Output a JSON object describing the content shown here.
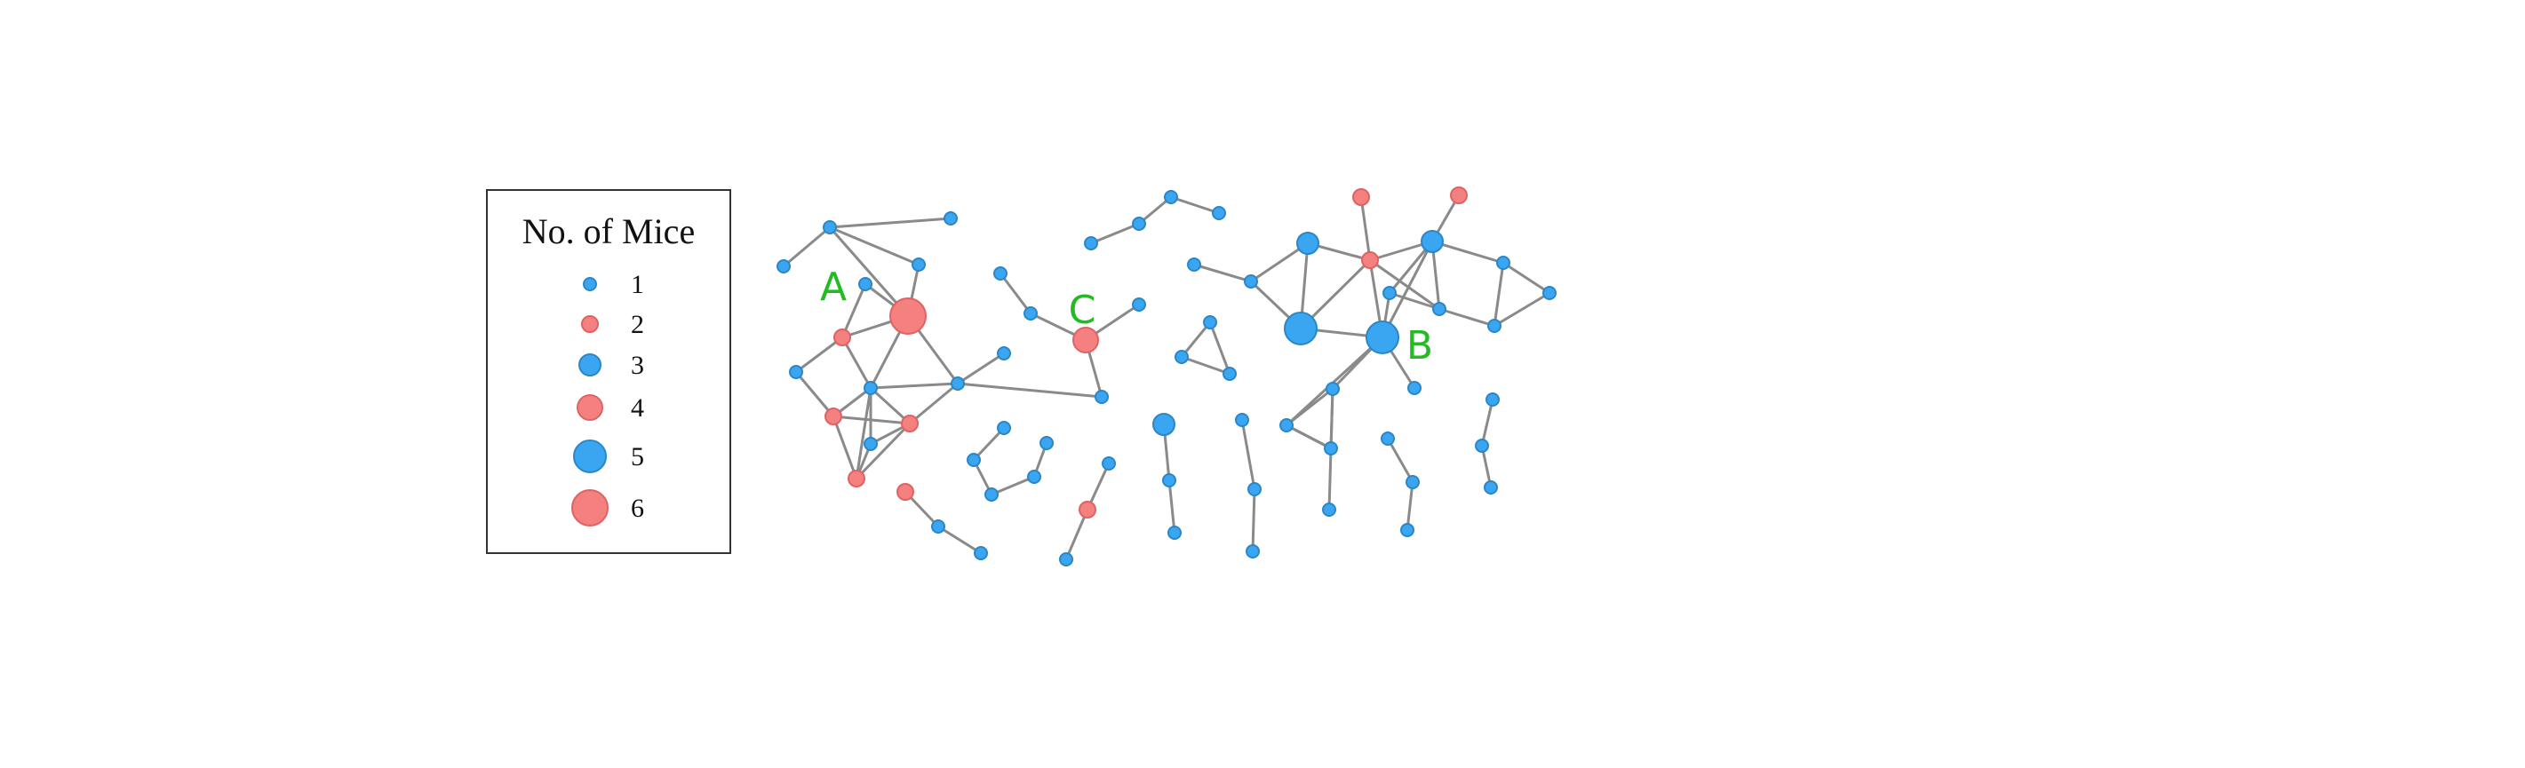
{
  "legend": {
    "title": "No. of Mice",
    "items": [
      {
        "label": "1",
        "count": 1,
        "color": "blue"
      },
      {
        "label": "2",
        "count": 2,
        "color": "red"
      },
      {
        "label": "3",
        "count": 3,
        "color": "blue"
      },
      {
        "label": "4",
        "count": 4,
        "color": "red"
      },
      {
        "label": "5",
        "count": 5,
        "color": "blue"
      },
      {
        "label": "6",
        "count": 6,
        "color": "red"
      }
    ]
  },
  "colors": {
    "blue_fill": "#3aa6f2",
    "blue_stroke": "#2b86c6",
    "red_fill": "#f58080",
    "red_stroke": "#e06363",
    "edge": "#8a8a8a",
    "label": "#22bb22"
  },
  "labels": {
    "a": "A",
    "b": "B",
    "c": "C"
  }
}
